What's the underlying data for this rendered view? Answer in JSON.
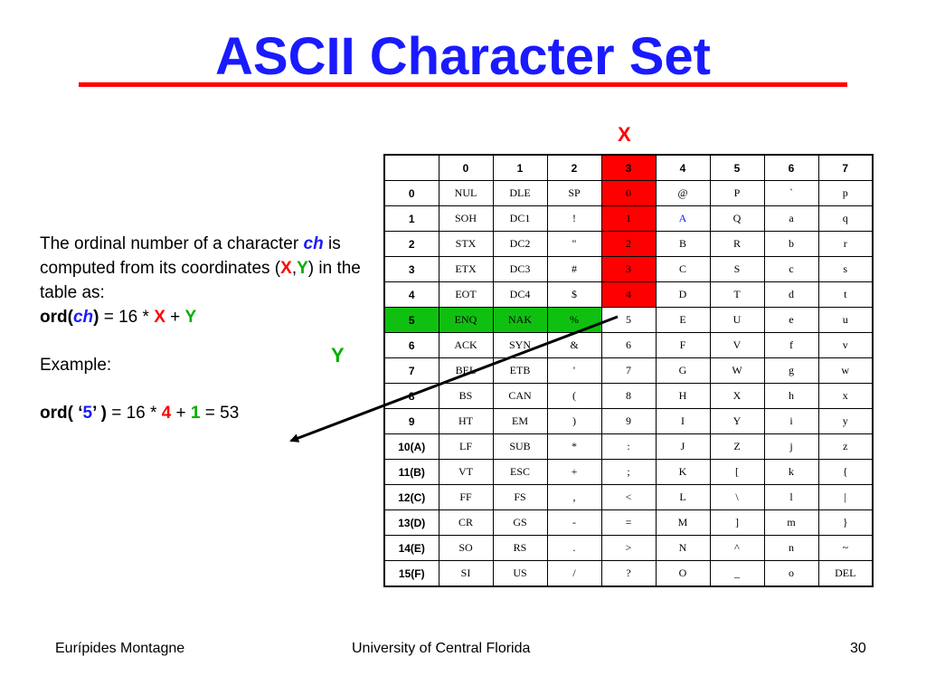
{
  "slide": {
    "title": "ASCII Character Set",
    "axis_x": "X",
    "axis_y": "Y",
    "explanation": {
      "line1": "The ordinal number of a character ",
      "ch": "ch",
      "line1b": " is computed from its coordinates (",
      "x": "X",
      "comma": ",",
      "y": "Y",
      "line1c": ") in the table as:",
      "ord_label": "ord(",
      "ord_ch": "ch",
      "ord_close": ")",
      "ord_eq": " = 16 * ",
      "ord_x": "X",
      "ord_plus": " + ",
      "ord_y": "Y",
      "example_label": "Example:",
      "ex_ord": "ord( ‘",
      "ex_char": "5",
      "ex_close": "’ )",
      "ex_eq": " = 16 * ",
      "ex_x": "4",
      "ex_plus": " + ",
      "ex_y": "1",
      "ex_result": " = 53"
    },
    "colors": {
      "title": "#1a1aff",
      "rule": "#ff0000",
      "x_accent": "#ff0000",
      "y_accent": "#00b000",
      "highlight_col": "#ff0000",
      "highlight_row": "#10c010"
    }
  },
  "table": {
    "header": [
      "",
      "0",
      "1",
      "2",
      "3",
      "4",
      "5",
      "6",
      "7"
    ],
    "rows": [
      [
        "0",
        "NUL",
        "DLE",
        "SP",
        "0",
        "@",
        "P",
        "`",
        "p"
      ],
      [
        "1",
        "SOH",
        "DC1",
        "!",
        "1",
        "A",
        "Q",
        "a",
        "q"
      ],
      [
        "2",
        "STX",
        "DC2",
        "\"",
        "2",
        "B",
        "R",
        "b",
        "r"
      ],
      [
        "3",
        "ETX",
        "DC3",
        "#",
        "3",
        "C",
        "S",
        "c",
        "s"
      ],
      [
        "4",
        "EOT",
        "DC4",
        "$",
        "4",
        "D",
        "T",
        "d",
        "t"
      ],
      [
        "5",
        "ENQ",
        "NAK",
        "%",
        "5",
        "E",
        "U",
        "e",
        "u"
      ],
      [
        "6",
        "ACK",
        "SYN",
        "&",
        "6",
        "F",
        "V",
        "f",
        "v"
      ],
      [
        "7",
        "BEL",
        "ETB",
        "'",
        "7",
        "G",
        "W",
        "g",
        "w"
      ],
      [
        "8",
        "BS",
        "CAN",
        "(",
        "8",
        "H",
        "X",
        "h",
        "x"
      ],
      [
        "9",
        "HT",
        "EM",
        ")",
        "9",
        "I",
        "Y",
        "i",
        "y"
      ],
      [
        "10(A)",
        "LF",
        "SUB",
        "*",
        ":",
        "J",
        "Z",
        "j",
        "z"
      ],
      [
        "11(B)",
        "VT",
        "ESC",
        "+",
        ";",
        "K",
        "[",
        "k",
        "{"
      ],
      [
        "12(C)",
        "FF",
        "FS",
        ",",
        "<",
        "L",
        "\\",
        "l",
        "|"
      ],
      [
        "13(D)",
        "CR",
        "GS",
        "-",
        "=",
        "M",
        "]",
        "m",
        "}"
      ],
      [
        "14(E)",
        "SO",
        "RS",
        ".",
        ">",
        "N",
        "^",
        "n",
        "~"
      ],
      [
        "15(F)",
        "SI",
        "US",
        "/",
        "?",
        "O",
        "_",
        "o",
        "DEL"
      ]
    ]
  },
  "footer": {
    "author": "Eurípides Montagne",
    "institution": "University of Central Florida",
    "page": "30"
  }
}
